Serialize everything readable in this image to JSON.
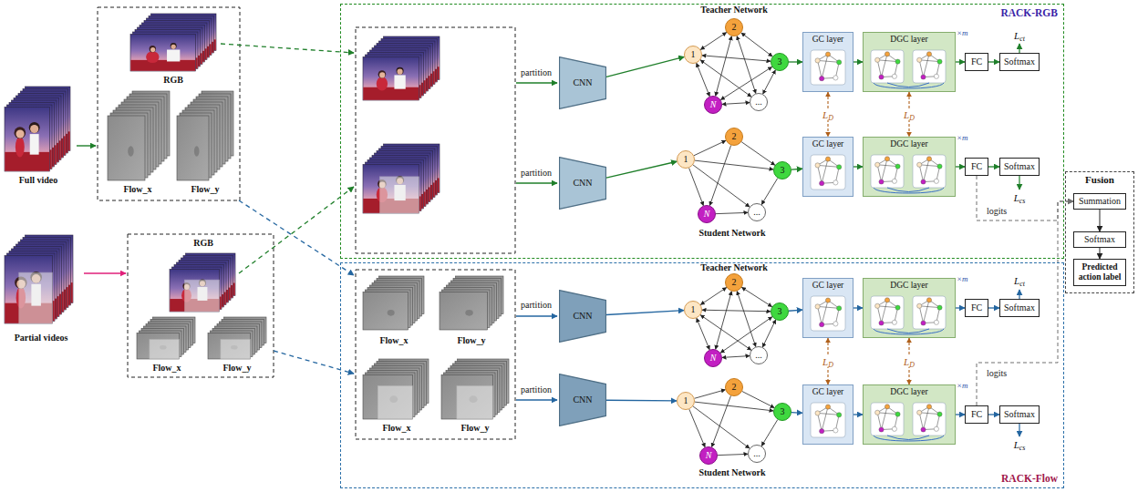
{
  "diagram": {
    "nodes": [
      {
        "text": [
          "Full video"
        ]
      },
      {
        "text": [
          "Partial videos"
        ]
      },
      {
        "text": [
          "RGB"
        ]
      },
      {
        "text": [
          "Flow_x"
        ]
      },
      {
        "text": [
          "Flow_y"
        ]
      },
      {
        "text": [
          "RGB"
        ]
      },
      {
        "text": [
          "Flow_x"
        ]
      },
      {
        "text": [
          "Flow_y"
        ]
      },
      {
        "text": [
          "RACK-RGB"
        ]
      },
      {
        "text": [
          "RACK-Flow"
        ]
      },
      {
        "text": [
          "Flow_x"
        ],
        "in": 9
      },
      {
        "text": [
          "Flow_y"
        ],
        "in": 9
      },
      {
        "text": [
          "Flow_x"
        ],
        "in": 9
      },
      {
        "text": [
          "Flow_y"
        ],
        "in": 9
      },
      {
        "text": [
          "CNN"
        ],
        "in": 8
      },
      {
        "text": [
          "CNN"
        ],
        "in": 8
      },
      {
        "text": [
          "CNN"
        ],
        "in": 9
      },
      {
        "text": [
          "CNN"
        ],
        "in": 9
      },
      {
        "text": [
          "1"
        ],
        "in": 8
      },
      {
        "text": [
          "2"
        ],
        "in": 8
      },
      {
        "text": [
          "3"
        ],
        "in": 8
      },
      {
        "text": [
          "N"
        ],
        "in": 8
      },
      {
        "text": [
          "..."
        ],
        "in": 8
      },
      {
        "text": [
          "1"
        ],
        "in": 8
      },
      {
        "text": [
          "2"
        ],
        "in": 8
      },
      {
        "text": [
          "3"
        ],
        "in": 8
      },
      {
        "text": [
          "N"
        ],
        "in": 8
      },
      {
        "text": [
          "..."
        ],
        "in": 8
      },
      {
        "text": [
          "1"
        ],
        "in": 9
      },
      {
        "text": [
          "2"
        ],
        "in": 9
      },
      {
        "text": [
          "3"
        ],
        "in": 9
      },
      {
        "text": [
          "N"
        ],
        "in": 9
      },
      {
        "text": [
          "..."
        ],
        "in": 9
      },
      {
        "text": [
          "1"
        ],
        "in": 9
      },
      {
        "text": [
          "2"
        ],
        "in": 9
      },
      {
        "text": [
          "3"
        ],
        "in": 9
      },
      {
        "text": [
          "N"
        ],
        "in": 9
      },
      {
        "text": [
          "..."
        ],
        "in": 9
      },
      {
        "text": [
          "GC layer"
        ],
        "in": 8
      },
      {
        "text": [
          "DGC layer",
          "×m"
        ],
        "in": 8
      },
      {
        "text": [
          "FC"
        ],
        "in": 8
      },
      {
        "text": [
          "Softmax"
        ],
        "in": 8
      },
      {
        "text": [
          "GC layer"
        ],
        "in": 8
      },
      {
        "text": [
          "DGC layer",
          "×m"
        ],
        "in": 8
      },
      {
        "text": [
          "FC"
        ],
        "in": 8
      },
      {
        "text": [
          "Softmax"
        ],
        "in": 8
      },
      {
        "text": [
          "GC layer"
        ],
        "in": 9
      },
      {
        "text": [
          "DGC layer",
          "×m"
        ],
        "in": 9
      },
      {
        "text": [
          "FC"
        ],
        "in": 9
      },
      {
        "text": [
          "Softmax"
        ],
        "in": 9
      },
      {
        "text": [
          "GC layer"
        ],
        "in": 9
      },
      {
        "text": [
          "DGC layer",
          "×m"
        ],
        "in": 9
      },
      {
        "text": [
          "FC"
        ],
        "in": 9
      },
      {
        "text": [
          "Softmax"
        ],
        "in": 9
      },
      {
        "text": [
          "Fusion"
        ]
      },
      {
        "text": [
          "Summation"
        ],
        "in": 54
      },
      {
        "text": [
          "Softmax"
        ],
        "in": 54
      },
      {
        "text": [
          "Predicted action label"
        ],
        "in": 54
      }
    ],
    "edges": [
      {
        "from": 14,
        "to": 18,
        "arrow": "to"
      },
      {
        "from": 15,
        "to": 23,
        "arrow": "to"
      },
      {
        "from": 16,
        "to": 28,
        "arrow": "to"
      },
      {
        "from": 17,
        "to": 33,
        "arrow": "to"
      },
      {
        "from": 18,
        "to": 19,
        "arrow": "both"
      },
      {
        "from": 19,
        "to": 20,
        "arrow": "both"
      },
      {
        "from": 18,
        "to": 20,
        "arrow": "both"
      },
      {
        "from": 18,
        "to": 21,
        "arrow": "both"
      },
      {
        "from": 19,
        "to": 21,
        "arrow": "both"
      },
      {
        "from": 20,
        "to": 21,
        "arrow": "both"
      },
      {
        "from": 19,
        "to": 22,
        "arrow": "both"
      },
      {
        "from": 20,
        "to": 22,
        "arrow": "both"
      },
      {
        "from": 21,
        "to": 22,
        "arrow": "both"
      },
      {
        "from": 18,
        "to": 22,
        "arrow": "both"
      },
      {
        "from": 23,
        "to": 24,
        "arrow": "to"
      },
      {
        "from": 24,
        "to": 25,
        "arrow": "to"
      },
      {
        "from": 23,
        "to": 25,
        "arrow": "to"
      },
      {
        "from": 23,
        "to": 26,
        "arrow": "to"
      },
      {
        "from": 24,
        "to": 26,
        "arrow": "to"
      },
      {
        "from": 25,
        "to": 27,
        "arrow": "to"
      },
      {
        "from": 26,
        "to": 27,
        "arrow": "to"
      },
      {
        "from": 23,
        "to": 27,
        "arrow": "to"
      },
      {
        "from": 28,
        "to": 29,
        "arrow": "both"
      },
      {
        "from": 29,
        "to": 30,
        "arrow": "both"
      },
      {
        "from": 28,
        "to": 30,
        "arrow": "both"
      },
      {
        "from": 28,
        "to": 31,
        "arrow": "both"
      },
      {
        "from": 29,
        "to": 31,
        "arrow": "both"
      },
      {
        "from": 30,
        "to": 31,
        "arrow": "both"
      },
      {
        "from": 29,
        "to": 32,
        "arrow": "both"
      },
      {
        "from": 30,
        "to": 32,
        "arrow": "both"
      },
      {
        "from": 31,
        "to": 32,
        "arrow": "both"
      },
      {
        "from": 28,
        "to": 32,
        "arrow": "both"
      },
      {
        "from": 33,
        "to": 34,
        "arrow": "to"
      },
      {
        "from": 34,
        "to": 35,
        "arrow": "to"
      },
      {
        "from": 33,
        "to": 35,
        "arrow": "to"
      },
      {
        "from": 33,
        "to": 36,
        "arrow": "to"
      },
      {
        "from": 34,
        "to": 36,
        "arrow": "to"
      },
      {
        "from": 35,
        "to": 37,
        "arrow": "to"
      },
      {
        "from": 36,
        "to": 37,
        "arrow": "to"
      },
      {
        "from": 33,
        "to": 37,
        "arrow": "to"
      },
      {
        "from": 20,
        "to": 38,
        "arrow": "to"
      },
      {
        "from": 25,
        "to": 42,
        "arrow": "to"
      },
      {
        "from": 30,
        "to": 46,
        "arrow": "to"
      },
      {
        "from": 35,
        "to": 50,
        "arrow": "to"
      },
      {
        "from": 38,
        "to": 39,
        "arrow": "to"
      },
      {
        "from": 42,
        "to": 43,
        "arrow": "to"
      },
      {
        "from": 46,
        "to": 47,
        "arrow": "to"
      },
      {
        "from": 50,
        "to": 51,
        "arrow": "to"
      },
      {
        "from": 39,
        "to": 40,
        "arrow": "to"
      },
      {
        "from": 43,
        "to": 44,
        "arrow": "to"
      },
      {
        "from": 47,
        "to": 48,
        "arrow": "to"
      },
      {
        "from": 51,
        "to": 52,
        "arrow": "to"
      },
      {
        "from": 40,
        "to": 41,
        "arrow": "to"
      },
      {
        "from": 44,
        "to": 45,
        "arrow": "to"
      },
      {
        "from": 48,
        "to": 49,
        "arrow": "to"
      },
      {
        "from": 52,
        "to": 53,
        "arrow": "to"
      },
      {
        "from": 38,
        "to": 42,
        "arrow": "both",
        "label": "LD"
      },
      {
        "from": 39,
        "to": 43,
        "arrow": "both",
        "label": "LD"
      },
      {
        "from": 46,
        "to": 50,
        "arrow": "both",
        "label": "LD"
      },
      {
        "from": 47,
        "to": 51,
        "arrow": "both",
        "label": "LD"
      },
      {
        "from": 44,
        "to": 55,
        "arrow": "to",
        "label": "logits"
      },
      {
        "from": 52,
        "to": 55,
        "arrow": "to",
        "label": "logits"
      },
      {
        "from": 55,
        "to": 56,
        "arrow": "to"
      },
      {
        "from": 56,
        "to": 57,
        "arrow": "to"
      }
    ],
    "labels": [
      "partition",
      "partition",
      "partition",
      "partition",
      "Teacher Network",
      "Student Network",
      "Teacher Network",
      "Student Network",
      "Lct",
      "Lcs",
      "Lct",
      "Lcs"
    ]
  }
}
